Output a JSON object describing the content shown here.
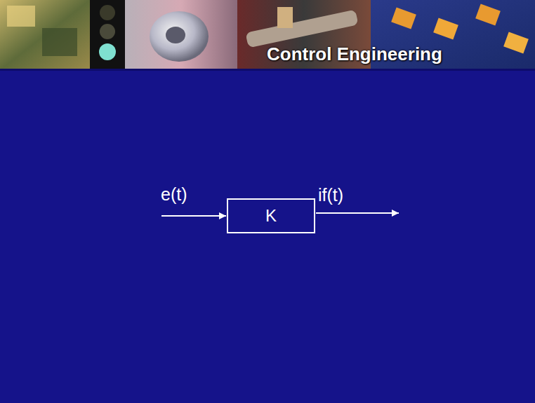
{
  "diagram": {
    "nodes": [
      {
        "text": [
          "K"
        ]
      }
    ],
    "labels": [
      "Control Engineering",
      "e(t)",
      "if(t)"
    ]
  }
}
